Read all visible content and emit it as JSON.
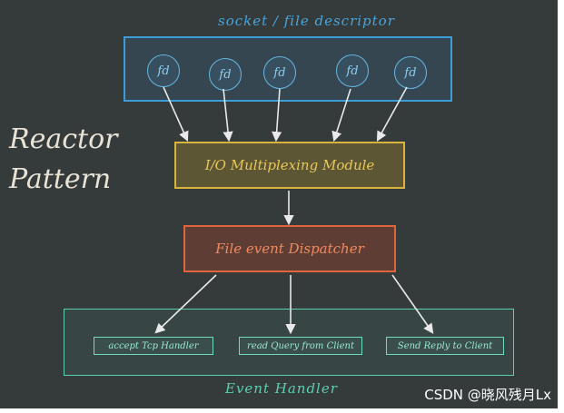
{
  "fd_container_label": "socket / file descriptor",
  "fd_items": [
    "fd",
    "fd",
    "fd",
    "fd",
    "fd"
  ],
  "io_module_label": "I/O Multiplexing Module",
  "dispatcher_label": "File event Dispatcher",
  "handlers": [
    "accept Tcp Handler",
    "read Query from Client",
    "Send Reply to Client"
  ],
  "event_handler_label": "Event Handler",
  "title": "Reactor\nPattern",
  "watermark": "CSDN @晓风残月Lx",
  "colors": {
    "board": "#353a3b",
    "fd": "#3b9ed8",
    "io_module": "#d9b33b",
    "dispatcher": "#e1653c",
    "handler": "#5bd0b0",
    "title": "#e9e3d6"
  }
}
